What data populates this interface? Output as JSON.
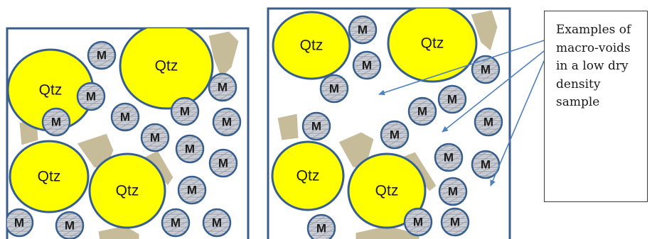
{
  "labels": {
    "quartz": "Qtz",
    "clay": "M"
  },
  "callout": {
    "text": "Examples of macro-voids in a low dry density sample"
  },
  "colors": {
    "quartz_fill": "#ffff00",
    "quartz_stroke": "#365f8f",
    "clay_fill": "#d0d3d9",
    "clay_stroke": "#365f8f",
    "rock_fill": "#c7bc9a",
    "frame_stroke": "#3b5d8c",
    "arrow": "#4f81bd"
  }
}
